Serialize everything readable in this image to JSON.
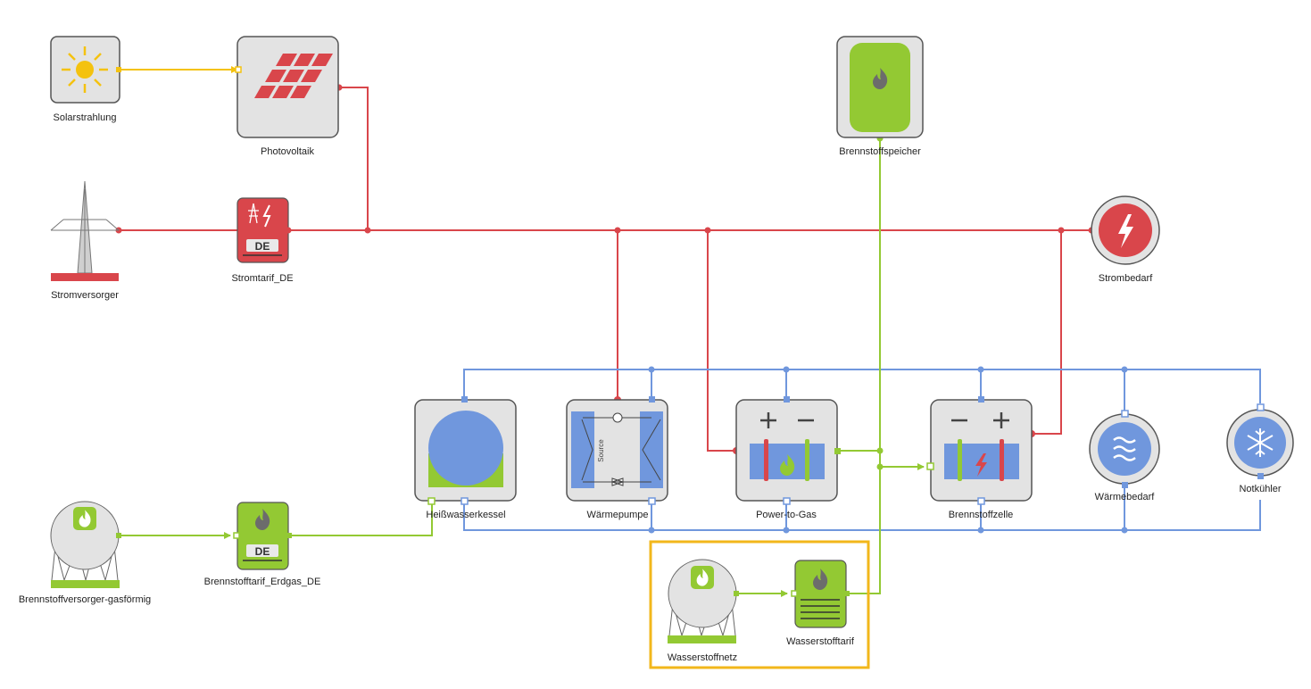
{
  "colors": {
    "electric": "#d9464b",
    "heat": "#7097dd",
    "fuel": "#93c933",
    "solar": "#f4c20f",
    "highlight": "#f2b71b",
    "node_fill": "#e3e3e3",
    "node_stroke": "#555555"
  },
  "nodes": {
    "solarstrahlung": {
      "label": "Solarstrahlung",
      "icon": "sun-icon"
    },
    "photovoltaik": {
      "label": "Photovoltaik",
      "icon": "solar-panel-icon"
    },
    "brennstoffspeicher": {
      "label": "Brennstoffspeicher",
      "icon": "fuel-tank-icon"
    },
    "stromversorger": {
      "label": "Stromversorger",
      "icon": "power-pylon-icon"
    },
    "stromtarif": {
      "label": "Stromtarif_DE",
      "badge": "DE",
      "icon": "electricity-tariff-icon"
    },
    "strombedarf": {
      "label": "Strombedarf",
      "icon": "lightning-icon"
    },
    "heisswasserkessel": {
      "label": "Heißwasserkessel",
      "icon": "boiler-icon"
    },
    "waermepumpe": {
      "label": "Wärmepumpe",
      "source_text": "Source",
      "icon": "heat-pump-icon"
    },
    "power_to_gas": {
      "label": "Power-to-Gas",
      "icon": "electrolyzer-icon"
    },
    "brennstoffzelle": {
      "label": "Brennstoffzelle",
      "icon": "fuel-cell-icon"
    },
    "waermebedarf": {
      "label": "Wärmebedarf",
      "icon": "heat-waves-icon"
    },
    "notkuehler": {
      "label": "Notkühler",
      "icon": "snowflake-icon"
    },
    "gasversorger": {
      "label": "Brennstoffversorger-gasförmig",
      "icon": "gas-sphere-icon"
    },
    "gastarif": {
      "label": "Brennstofftarif_Erdgas_DE",
      "badge": "DE",
      "icon": "gas-tariff-icon"
    },
    "wasserstoffnetz": {
      "label": "Wasserstoffnetz",
      "icon": "gas-sphere-icon"
    },
    "wasserstofftarif": {
      "label": "Wasserstofftarif",
      "icon": "fuel-tariff-icon"
    }
  }
}
